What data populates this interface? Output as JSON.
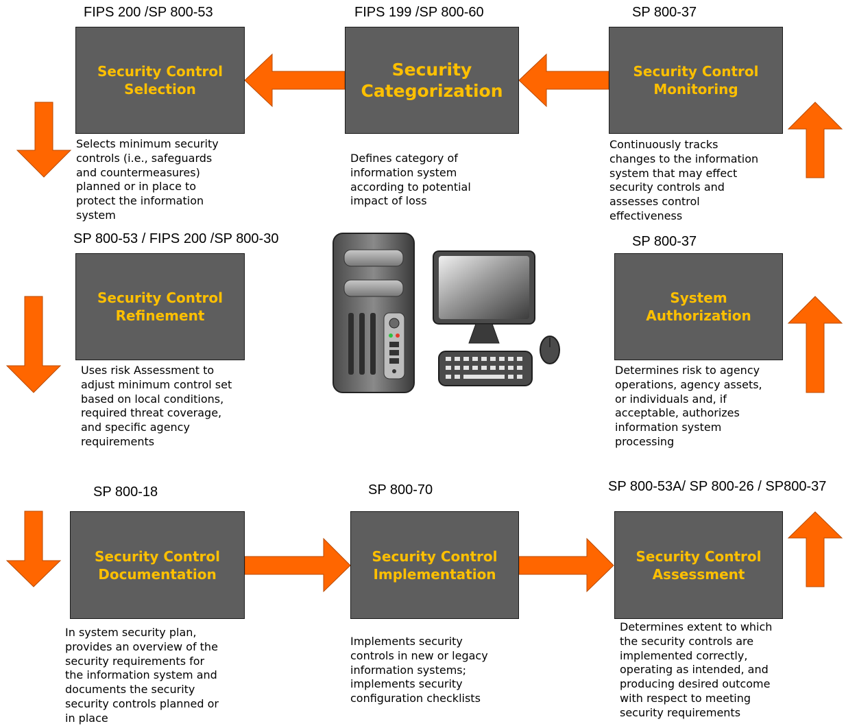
{
  "colors": {
    "box": "#5e5e5e",
    "title": "#ffc000",
    "arrow": "#ff6600"
  },
  "steps": {
    "selection": {
      "ref": "FIPS 200 /SP 800-53",
      "title": [
        "Security Control",
        "Selection"
      ],
      "desc": [
        "Selects minimum security",
        "controls (i.e., safeguards",
        "and countermeasures)",
        "planned or in place to",
        "protect the information",
        "system"
      ]
    },
    "categorization": {
      "ref": "FIPS 199 /SP 800-60",
      "title": [
        "Security",
        "Categorization"
      ],
      "desc": [
        "Defines category of",
        "information system",
        "according to potential",
        "impact of loss"
      ]
    },
    "monitoring": {
      "ref": "SP 800-37",
      "title": [
        "Security Control",
        "Monitoring"
      ],
      "desc": [
        "Continuously tracks",
        "changes to the information",
        "system that may effect",
        "security controls and",
        "assesses control",
        "effectiveness"
      ]
    },
    "refinement": {
      "ref": "SP 800-53 / FIPS 200 /SP 800-30",
      "title": [
        "Security Control",
        "Refinement"
      ],
      "desc": [
        "Uses risk Assessment to",
        "adjust minimum control set",
        "based on local conditions,",
        "required threat coverage,",
        "and specific agency",
        "requirements"
      ]
    },
    "authorization": {
      "ref": "SP 800-37",
      "title": [
        "System",
        "Authorization"
      ],
      "desc": [
        "Determines risk to agency",
        "operations, agency assets,",
        "or individuals and, if",
        "acceptable, authorizes",
        "information system",
        "processing"
      ]
    },
    "documentation": {
      "ref": "SP 800-18",
      "title": [
        "Security Control",
        "Documentation"
      ],
      "desc": [
        "In system security plan,",
        "provides an overview of the",
        "security requirements for",
        "the information system and",
        "documents the security",
        "security controls planned or",
        "in place"
      ]
    },
    "implementation": {
      "ref": "SP 800-70",
      "title": [
        "Security Control",
        "Implementation"
      ],
      "desc": [
        "Implements security",
        "controls in new or legacy",
        "information systems;",
        "implements security",
        "configuration checklists"
      ]
    },
    "assessment": {
      "ref": "SP 800-53A/ SP 800-26 / SP800-37",
      "title": [
        "Security Control",
        "Assessment"
      ],
      "desc": [
        "Determines extent to which",
        "the security controls are",
        "implemented correctly,",
        "operating as intended, and",
        "producing desired outcome",
        "with respect to meeting",
        "security requirements"
      ]
    }
  }
}
